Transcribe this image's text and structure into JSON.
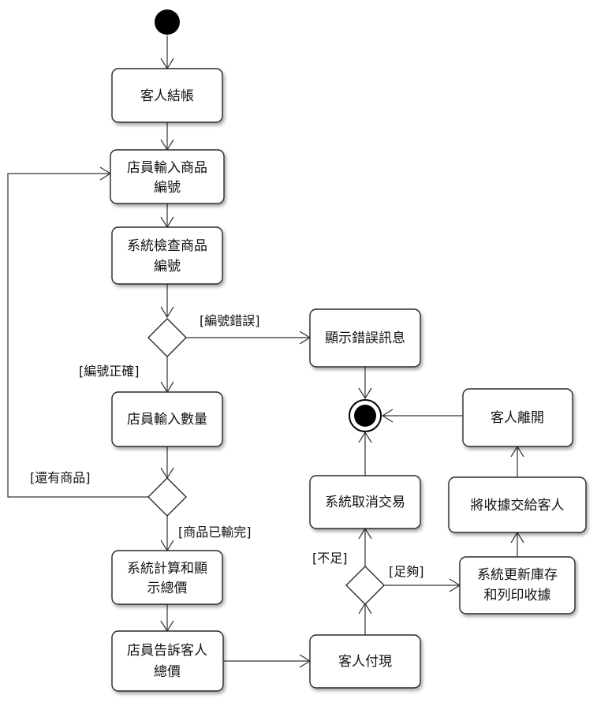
{
  "diagram": {
    "nodes": {
      "checkout": {
        "lines": [
          "客人結帳"
        ]
      },
      "enter_item": {
        "lines": [
          "店員輸入商品",
          "編號"
        ]
      },
      "check_item": {
        "lines": [
          "系統檢查商品",
          "編號"
        ]
      },
      "show_error": {
        "lines": [
          "顯示錯誤訊息"
        ]
      },
      "enter_qty": {
        "lines": [
          "店員輸入數量"
        ]
      },
      "calc_total": {
        "lines": [
          "系統計算和顯",
          "示總價"
        ]
      },
      "tell_total": {
        "lines": [
          "店員告訴客人",
          "總價"
        ]
      },
      "pay": {
        "lines": [
          "客人付現"
        ]
      },
      "cancel": {
        "lines": [
          "系統取消交易"
        ]
      },
      "update_print": {
        "lines": [
          "系統更新庫存",
          "和列印收據"
        ]
      },
      "give_receipt": {
        "lines": [
          "將收據交給客人"
        ]
      },
      "leave": {
        "lines": [
          "客人離開"
        ]
      }
    },
    "guards": {
      "code_error": "[編號錯誤]",
      "code_correct": "[編號正確]",
      "more_items": "[還有商品]",
      "items_done": "[商品已輸完]",
      "insufficient": "[不足]",
      "enough": "[足夠]"
    }
  }
}
